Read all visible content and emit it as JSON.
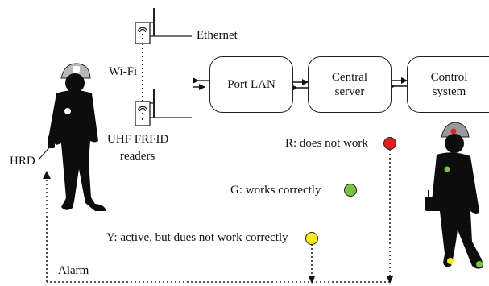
{
  "labels": {
    "ethernet": "Ethernet",
    "wifi": "Wi-Fi",
    "uhf_line1": "UHF FRFID",
    "uhf_line2": "readers",
    "hrd": "HRD",
    "alarm": "Alarm"
  },
  "boxes": {
    "port_lan": "Port LAN",
    "central_server_line1": "Central",
    "central_server_line2": "server",
    "control_system_line1": "Control",
    "control_system_line2": "system"
  },
  "statuses": [
    {
      "text": "R: does not work",
      "color": "#e02020"
    },
    {
      "text": "G: works correctly",
      "color": "#7cc242"
    },
    {
      "text": "Y: active, but dues not work correctly",
      "color": "#f7ec1e"
    }
  ],
  "colors": {
    "figure": "#0d0d0d",
    "helmet_left": "#b9b9b9",
    "helmet_right": "#9a9a9a",
    "hrd_dot_left": "#ffffff",
    "hrd_dot_right": "#7cc242",
    "lamp_right": "#e02020",
    "boot_left": "#f7ec1e",
    "boot_right": "#7cc242"
  }
}
